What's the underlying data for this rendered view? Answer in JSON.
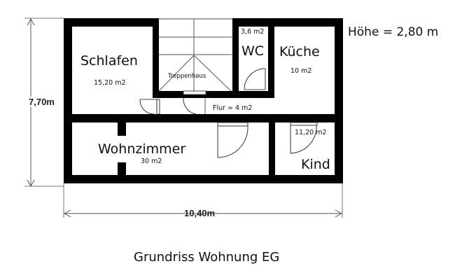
{
  "height_label": "Höhe = 2,80 m",
  "caption": "Grundriss Wohnung EG",
  "dimensions": {
    "height": "7,70m",
    "width": "10,40m"
  },
  "rooms": {
    "schlafen": {
      "name": "Schlafen",
      "area": "15,20 m2"
    },
    "treppenhaus": {
      "name": "Treppenhaus"
    },
    "wc": {
      "name": "WC",
      "area": "3,6 m2"
    },
    "kueche": {
      "name": "Küche",
      "area": "10 m2"
    },
    "flur": {
      "label": "Flur = 4 m2"
    },
    "wohnzimmer": {
      "name": "Wohnzimmer",
      "area": "30 m2"
    },
    "kind": {
      "name": "Kind",
      "area": "11,20 m2"
    }
  },
  "colors": {
    "wall": "#000000",
    "line": "#444444",
    "background": "#ffffff"
  }
}
